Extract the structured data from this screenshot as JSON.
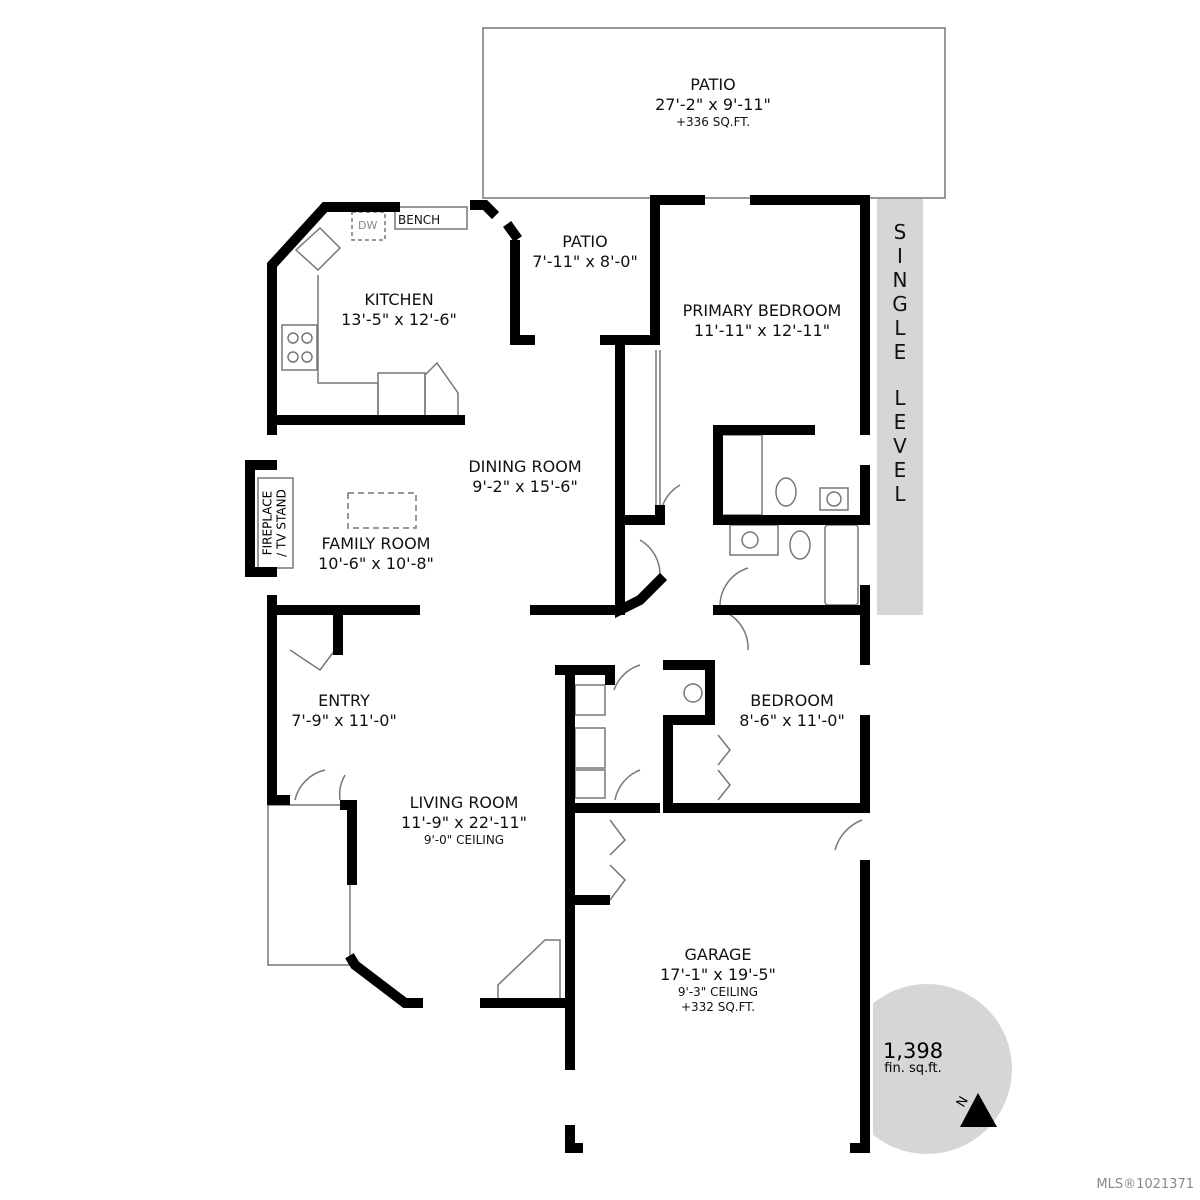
{
  "rooms": {
    "patio_large": {
      "name": "PATIO",
      "dims": "27'-2\" x 9'-11\"",
      "area": "+336 SQ.FT."
    },
    "patio_small": {
      "name": "PATIO",
      "dims": "7'-11\" x 8'-0\""
    },
    "kitchen": {
      "name": "KITCHEN",
      "dims": "13'-5\" x 12'-6\""
    },
    "primary_bedroom": {
      "name": "PRIMARY BEDROOM",
      "dims": "11'-11\" x 12'-11\""
    },
    "dining_room": {
      "name": "DINING ROOM",
      "dims": "9'-2\" x 15'-6\""
    },
    "family_room": {
      "name": "FAMILY ROOM",
      "dims": "10'-6\" x 10'-8\""
    },
    "entry": {
      "name": "ENTRY",
      "dims": "7'-9\" x 11'-0\""
    },
    "bedroom": {
      "name": "BEDROOM",
      "dims": "8'-6\" x 11'-0\""
    },
    "living_room": {
      "name": "LIVING ROOM",
      "dims": "11'-9\" x 22'-11\"",
      "ceiling": "9'-0\" CEILING"
    },
    "garage": {
      "name": "GARAGE",
      "dims": "17'-1\" x 19'-5\"",
      "ceiling": "9'-3\" CEILING",
      "area": "+332 SQ.FT."
    }
  },
  "fixtures": {
    "dw": "DW",
    "bench": "BENCH",
    "fireplace_line1": "FIREPLACE",
    "fireplace_line2": "/ TV STAND"
  },
  "level_band": {
    "word1": [
      "S",
      "I",
      "N",
      "G",
      "L",
      "E"
    ],
    "word2": [
      "L",
      "E",
      "V",
      "E",
      "L"
    ],
    "color": "#d6d6d6"
  },
  "total": {
    "value": "1,398",
    "unit": "fin. sq.ft."
  },
  "compass": {
    "label": "N"
  },
  "watermark": "MLS®1021371"
}
